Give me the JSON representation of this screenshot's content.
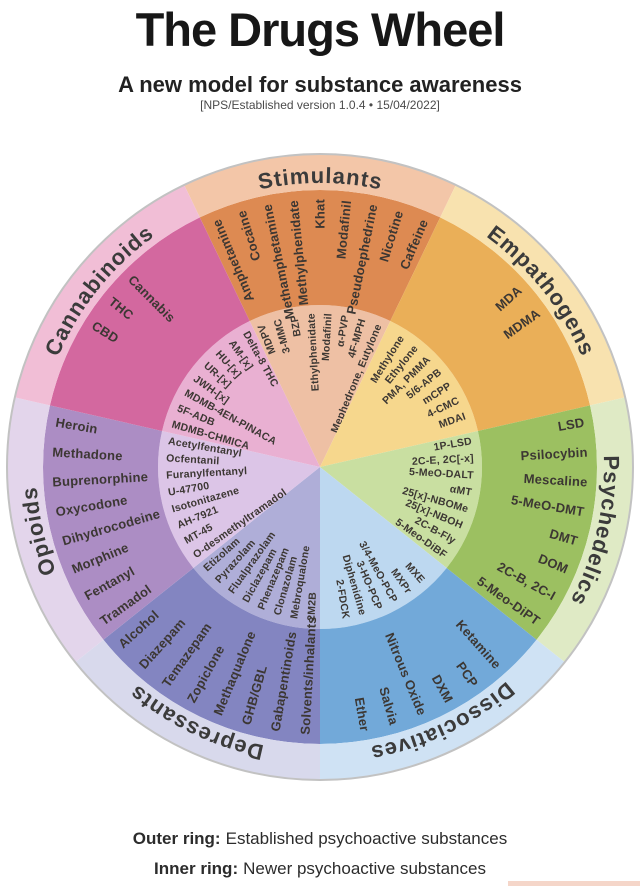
{
  "header": {
    "title": "The Drugs Wheel",
    "subtitle": "A new model for substance awareness",
    "version": "[NPS/Established version 1.0.4 • 15/04/2022]"
  },
  "footer": {
    "outer_label": "Outer ring:",
    "outer_text": "Established psychoactive substances",
    "inner_label": "Inner ring:",
    "inner_text": "Newer psychoactive substances"
  },
  "wheel": {
    "rim_color": "#c2c2c2",
    "label_color": "#3c3733",
    "category_color": "#3b3b3b",
    "sectors": [
      {
        "id": "stimulants",
        "name": "Stimulants",
        "flip": false,
        "colors": {
          "band": "#f3c6a8",
          "outer": "#dd8a52",
          "inner": "#eec0a4"
        },
        "established": [
          "Amphetamine",
          "Cocaine",
          "Methamphetamine",
          "Methylphenidate",
          "Khat",
          "Modafinil",
          "Pseudoephedrine",
          "Nicotine",
          "Caffeine"
        ],
        "nps": [
          "MDPV",
          "3-MMC",
          "BZP",
          "Ethylphenidate",
          "Modafinil",
          "α-PVP",
          "4F-MPH",
          "Mephedrone, Eutylone"
        ]
      },
      {
        "id": "empathogens",
        "name": "Empathogens",
        "flip": false,
        "colors": {
          "band": "#f8e2af",
          "outer": "#eaaf58",
          "inner": "#f6d78d"
        },
        "established": [
          "MDA",
          "MDMA"
        ],
        "nps": [
          "Methylone",
          "Ethylone",
          "PMA, PMMA",
          "5/6-APB",
          "mCPP",
          "4-CMC",
          "MDAI"
        ]
      },
      {
        "id": "psychedelics",
        "name": "Psychedelics",
        "flip": false,
        "colors": {
          "band": "#dfeac5",
          "outer": "#9cc061",
          "inner": "#c9dfa1"
        },
        "established": [
          "LSD",
          "Psilocybin",
          "Mescaline",
          "5-MeO-DMT",
          "DMT",
          "DOM",
          "2C-B, 2C-I",
          "5-Meo-DiPT"
        ],
        "nps": [
          "1P-LSD",
          "2C-E, 2C[-x]",
          "5-MeO-DALT",
          "αMT",
          "25[x]-NBOMe",
          "25[x]-NBOH",
          "2C-B-Fly",
          "5-Meo-DiBF"
        ]
      },
      {
        "id": "dissociatives",
        "name": "Dissociatives",
        "flip": false,
        "colors": {
          "band": "#cfe2f4",
          "outer": "#72a9d9",
          "inner": "#bdd8f0"
        },
        "established": [
          "Ketamine",
          "PCP",
          "DXM",
          "Nitrous Oxide",
          "Salvia",
          "Ether"
        ],
        "nps": [
          "MXE",
          "MXPr",
          "3/4-MeO-PCP",
          "3-HO-PCP",
          "Diphenidine",
          "2-FDCK"
        ]
      },
      {
        "id": "depressants",
        "name": "Depressants",
        "flip": true,
        "colors": {
          "band": "#d8d9ec",
          "outer": "#8385c1",
          "inner": "#afaed8"
        },
        "established": [
          "Alcohol",
          "Diazepam",
          "Temazepam",
          "Zopiclone",
          "Methaqualone",
          "GHB/GBL",
          "Gabapentinoids",
          "Solvents/inhalants"
        ],
        "nps": [
          "Etizolam",
          "Pyrazolam",
          "Flualprazolam",
          "Diclazepam",
          "Phenazepam",
          "Clonazolam",
          "Mebroqualone",
          "2M2B"
        ]
      },
      {
        "id": "opioids",
        "name": "Opioids",
        "flip": true,
        "colors": {
          "band": "#e3d5eb",
          "outer": "#ac8dc4",
          "inner": "#dcc5e7"
        },
        "established": [
          "Heroin",
          "Methadone",
          "Buprenorphine",
          "Oxycodone",
          "Dihydrocodeine",
          "Morphine",
          "Fentanyl",
          "Tramadol"
        ],
        "nps": [
          "Acetylfentanyl",
          "Ocfentanil",
          "Furanylfentanyl",
          "U-47700",
          "Isotonitazene",
          "AH-7921",
          "MT-45",
          "O-desmethyltramadol"
        ]
      },
      {
        "id": "cannabinoids",
        "name": "Cannabinoids",
        "flip": true,
        "colors": {
          "band": "#f1bed6",
          "outer": "#d3689f",
          "inner": "#e9b0d2"
        },
        "established": [
          "Cannabis",
          "THC",
          "CBD"
        ],
        "nps": [
          "Delta-8 THC",
          "AM-[x]",
          "HU-[x]",
          "UR-[x]",
          "JWH-[x]",
          "MDMB-4EN-PINACA",
          "5F-ADB",
          "MDMB-CHMICA"
        ]
      }
    ]
  }
}
